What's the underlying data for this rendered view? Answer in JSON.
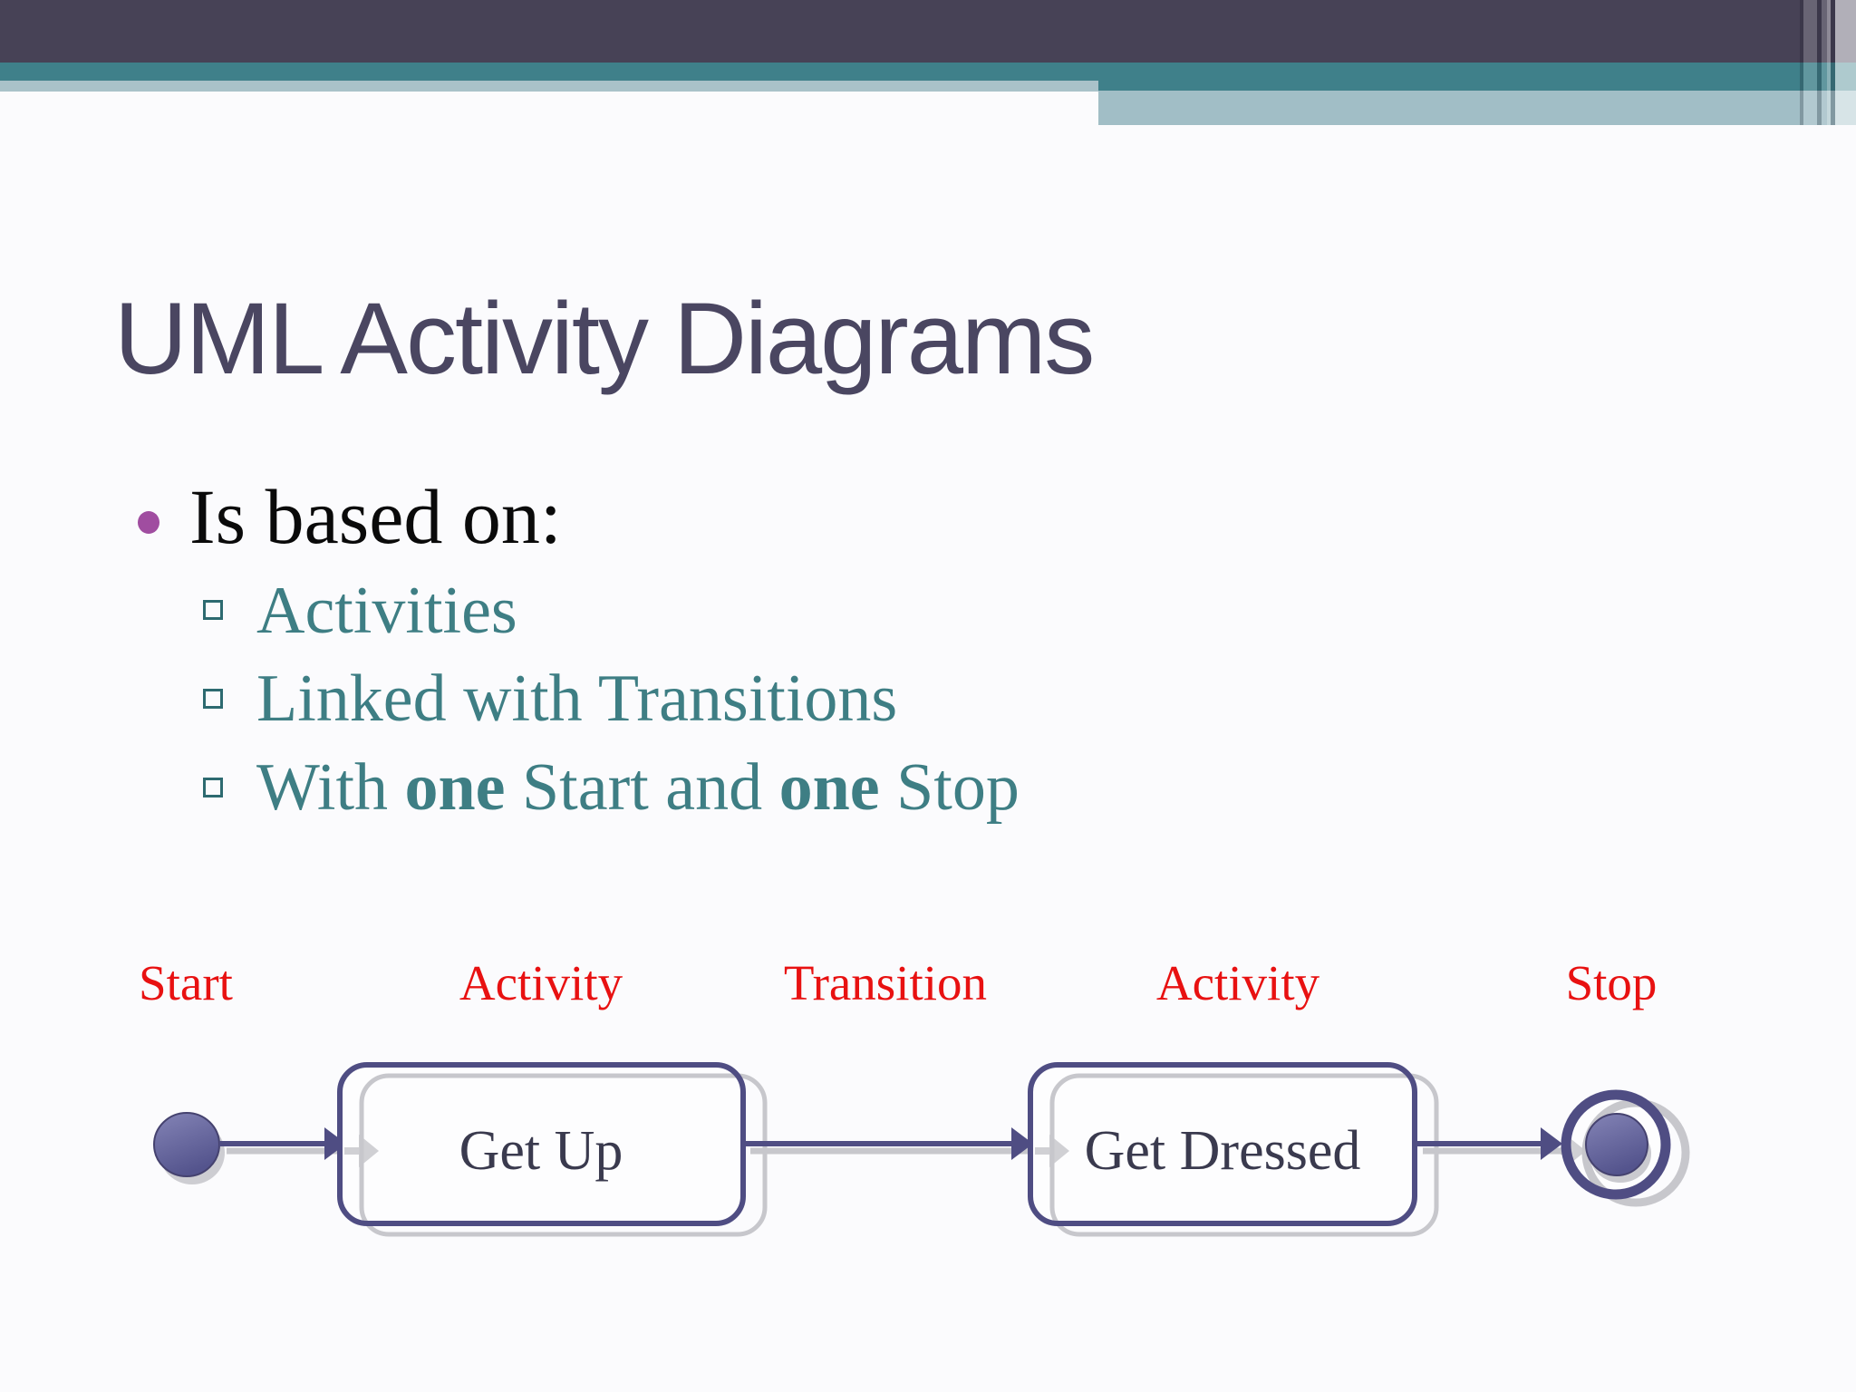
{
  "slide": {
    "title": "UML Activity Diagrams",
    "bullet": {
      "main": "Is based on:",
      "sub1": "Activities",
      "sub2": "Linked with Transitions",
      "sub3": {
        "s0": "With ",
        "s1": "one",
        "s2": " Start and ",
        "s3": "one",
        "s4": " Stop"
      }
    }
  },
  "diagram": {
    "legend": {
      "start": "Start",
      "activity1": "Activity",
      "transition": "Transition",
      "activity2": "Activity",
      "stop": "Stop"
    },
    "nodes": {
      "activity1": "Get Up",
      "activity2": "Get Dressed"
    }
  },
  "colors": {
    "header_dark": "#474256",
    "header_teal": "#3f808a",
    "header_light": "#a9c2c9",
    "title_text": "#4a4661",
    "body_text": "#0a0a0a",
    "accent_teal_text": "#3e7e84",
    "bullet_dot": "#a04da0",
    "legend_red": "#e81111",
    "node_purple": "#4f4d83",
    "node_fill": "#62629c",
    "shadow_gray": "#c7c7cc"
  }
}
